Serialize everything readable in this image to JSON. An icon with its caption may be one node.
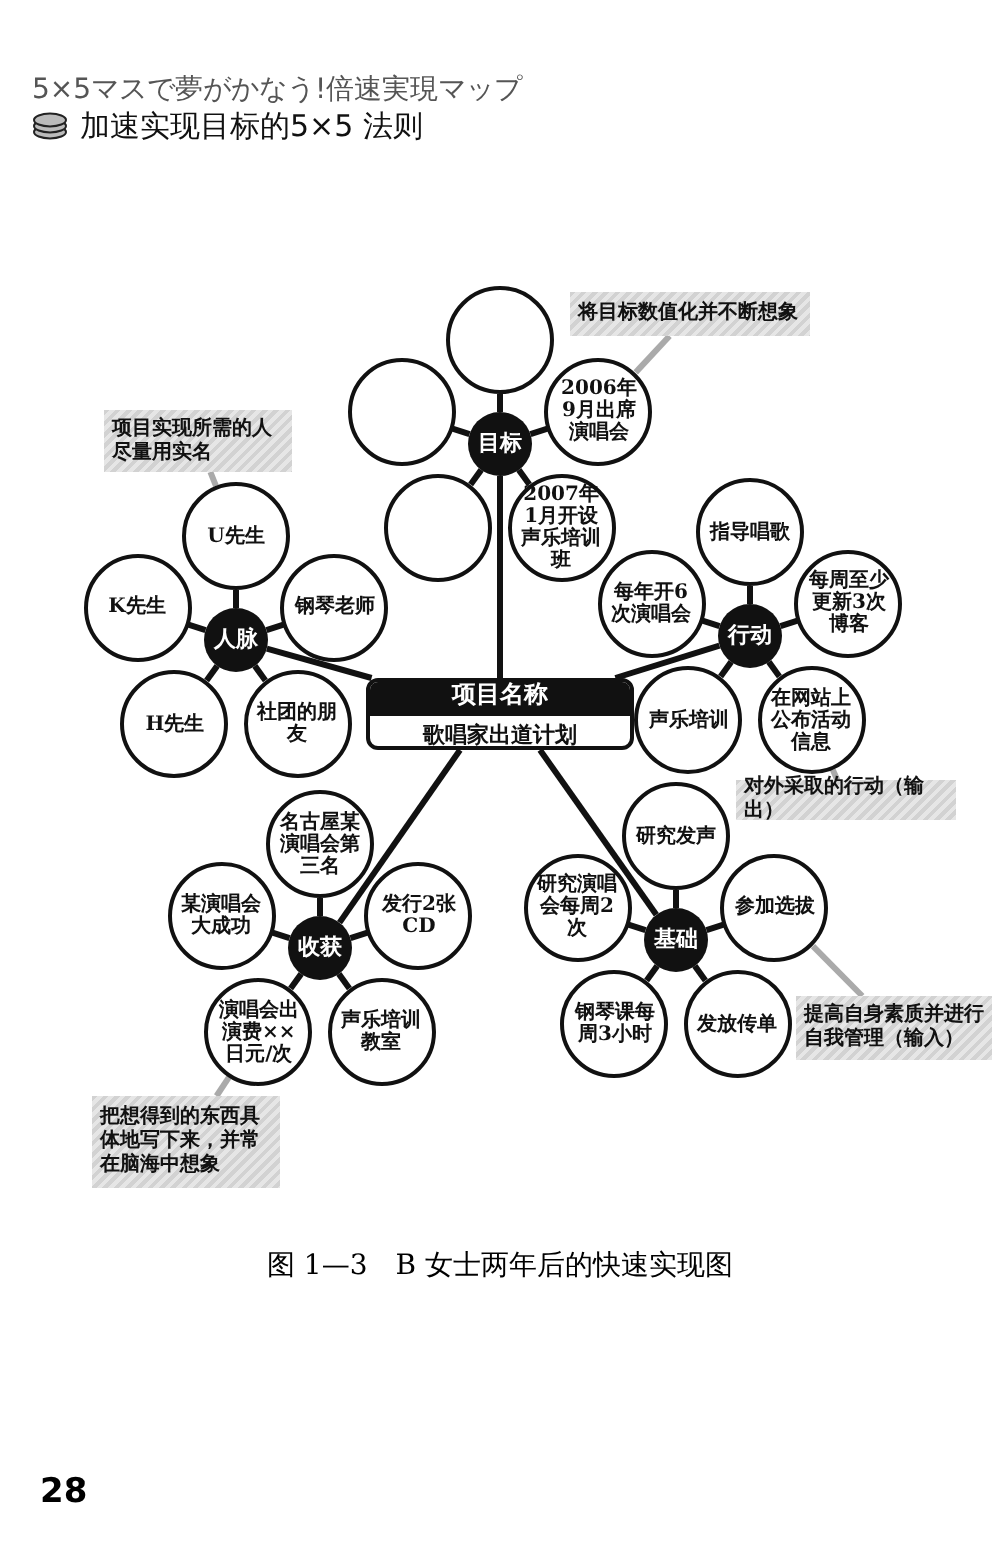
{
  "diagram": {
    "title": "加速实现目标的5×5 法则",
    "caption": "图 1—3　B 女士两年后的快速实现图",
    "nodes": [
      {
        "text": [
          "将目标数值化并不断想象"
        ]
      },
      {
        "text": [
          "目标"
        ]
      },
      {
        "text": [],
        "shape": "circle"
      },
      {
        "text": [],
        "shape": "circle"
      },
      {
        "text": [
          "2006年9月出席演唱会"
        ]
      },
      {
        "text": [],
        "shape": "circle"
      },
      {
        "text": [
          "2007年1月开设声乐培训班"
        ]
      },
      {
        "text": [
          "项目实现所需的人尽量用实名"
        ]
      },
      {
        "text": [
          "人脉"
        ]
      },
      {
        "text": [
          "U先生"
        ]
      },
      {
        "text": [
          "K先生"
        ]
      },
      {
        "text": [
          "钢琴老师"
        ]
      },
      {
        "text": [
          "H先生"
        ]
      },
      {
        "text": [
          "社团的朋友"
        ]
      },
      {
        "text": [
          "行动"
        ]
      },
      {
        "text": [
          "指导唱歌"
        ]
      },
      {
        "text": [
          "每年开6次演唱会"
        ]
      },
      {
        "text": [
          "每周至少更新3次博客"
        ]
      },
      {
        "text": [
          "声乐培训"
        ]
      },
      {
        "text": [
          "在网站上公布活动信息"
        ]
      },
      {
        "text": [
          "项目名称",
          "歌唱家出道计划"
        ]
      },
      {
        "text": [
          "对外采取的行动（输出）"
        ]
      },
      {
        "text": [
          "收获"
        ]
      },
      {
        "text": [
          "名古屋某演唱会第三名"
        ]
      },
      {
        "text": [
          "某演唱会大成功"
        ]
      },
      {
        "text": [
          "发行2张CD"
        ]
      },
      {
        "text": [
          "演唱会出演费××日元/次"
        ]
      },
      {
        "text": [
          "声乐培训教室"
        ]
      },
      {
        "text": [
          "基础"
        ]
      },
      {
        "text": [
          "研究发声"
        ]
      },
      {
        "text": [
          "研究演唱会每周2次"
        ]
      },
      {
        "text": [
          "参加选拔"
        ]
      },
      {
        "text": [
          "钢琴课每周3小时"
        ]
      },
      {
        "text": [
          "发放传单"
        ]
      },
      {
        "text": [
          "提高自身素质并进行自我管理（输入）"
        ]
      },
      {
        "text": [
          "把想得到的东西具体地写下来，并常在脑海中想象"
        ]
      }
    ],
    "edges": [
      {
        "from": 20,
        "to": 1,
        "arrow": "none"
      },
      {
        "from": 20,
        "to": 8,
        "arrow": "none"
      },
      {
        "from": 20,
        "to": 14,
        "arrow": "none"
      },
      {
        "from": 20,
        "to": 22,
        "arrow": "none"
      },
      {
        "from": 20,
        "to": 28,
        "arrow": "none"
      },
      {
        "from": 1,
        "to": 2,
        "arrow": "none"
      },
      {
        "from": 1,
        "to": 3,
        "arrow": "none"
      },
      {
        "from": 1,
        "to": 4,
        "arrow": "none"
      },
      {
        "from": 1,
        "to": 5,
        "arrow": "none"
      },
      {
        "from": 1,
        "to": 6,
        "arrow": "none"
      },
      {
        "from": 8,
        "to": 9,
        "arrow": "none"
      },
      {
        "from": 8,
        "to": 10,
        "arrow": "none"
      },
      {
        "from": 8,
        "to": 11,
        "arrow": "none"
      },
      {
        "from": 8,
        "to": 12,
        "arrow": "none"
      },
      {
        "from": 8,
        "to": 13,
        "arrow": "none"
      },
      {
        "from": 14,
        "to": 15,
        "arrow": "none"
      },
      {
        "from": 14,
        "to": 16,
        "arrow": "none"
      },
      {
        "from": 14,
        "to": 17,
        "arrow": "none"
      },
      {
        "from": 14,
        "to": 18,
        "arrow": "none"
      },
      {
        "from": 14,
        "to": 19,
        "arrow": "none"
      },
      {
        "from": 22,
        "to": 23,
        "arrow": "none"
      },
      {
        "from": 22,
        "to": 24,
        "arrow": "none"
      },
      {
        "from": 22,
        "to": 25,
        "arrow": "none"
      },
      {
        "from": 22,
        "to": 26,
        "arrow": "none"
      },
      {
        "from": 22,
        "to": 27,
        "arrow": "none"
      },
      {
        "from": 28,
        "to": 29,
        "arrow": "none"
      },
      {
        "from": 28,
        "to": 30,
        "arrow": "none"
      },
      {
        "from": 28,
        "to": 31,
        "arrow": "none"
      },
      {
        "from": 28,
        "to": 32,
        "arrow": "none"
      },
      {
        "from": 28,
        "to": 33,
        "arrow": "none"
      },
      {
        "from": 0,
        "to": 4,
        "arrow": "none",
        "color": "#aaaaaa"
      },
      {
        "from": 7,
        "to": 9,
        "arrow": "none",
        "color": "#aaaaaa"
      },
      {
        "from": 21,
        "to": 19,
        "arrow": "none",
        "color": "#aaaaaa"
      },
      {
        "from": 34,
        "to": 31,
        "arrow": "none",
        "color": "#aaaaaa"
      },
      {
        "from": 35,
        "to": 26,
        "arrow": "none",
        "color": "#aaaaaa"
      }
    ],
    "labels": [
      "5×5マスで夢がかなう!倍速実現マップ",
      "28"
    ]
  }
}
